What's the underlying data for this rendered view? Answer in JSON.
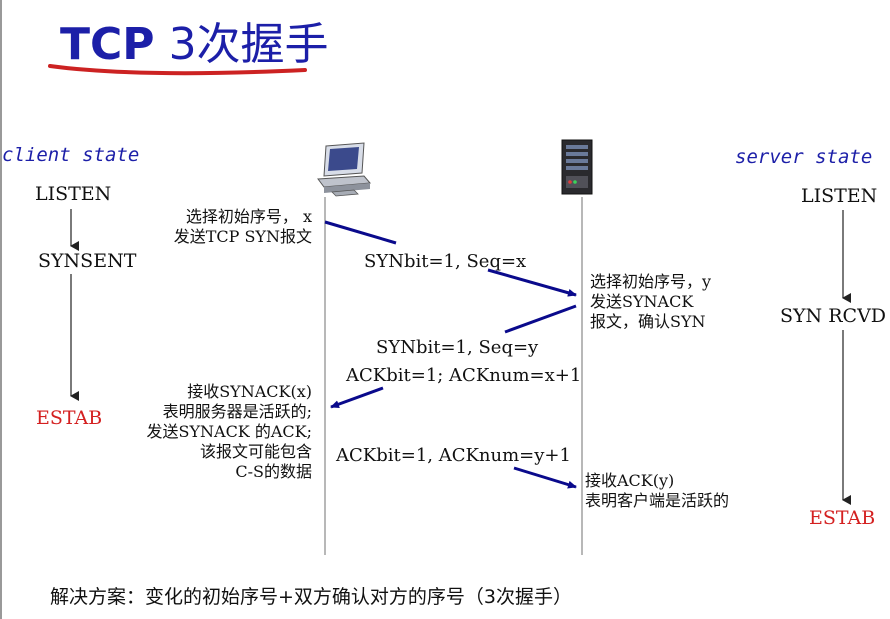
{
  "title": {
    "prefix": "TCP",
    "suffix": "3次握手"
  },
  "client": {
    "header": "client state",
    "states": [
      "LISTEN",
      "SYNSENT",
      "ESTAB"
    ]
  },
  "server": {
    "header": "server state",
    "states": [
      "LISTEN",
      "SYN RCVD",
      "ESTAB"
    ]
  },
  "notes": {
    "client_choose": [
      "选择初始序号， x",
      "发送TCP SYN报文"
    ],
    "server_choose": [
      "选择初始序号，y",
      "发送SYNACK",
      "报文，确认SYN"
    ],
    "client_recv": [
      "接收SYNACK(x)",
      "表明服务器是活跃的;",
      "发送SYNACK 的ACK;",
      "该报文可能包含",
      "C-S的数据"
    ],
    "server_recv": [
      "接收ACK(y)",
      "表明客户端是活跃的"
    ]
  },
  "messages": {
    "m1": "SYNbit=1, Seq=x",
    "m2a": "SYNbit=1, Seq=y",
    "m2b": "ACKbit=1; ACKnum=x+1",
    "m3": "ACKbit=1, ACKnum=y+1"
  },
  "footer": "解决方案：变化的初始序号+双方确认对方的序号（3次握手）",
  "colors": {
    "title": "#1c1fa8",
    "arrow": "#0a0a8c",
    "estab": "#d42020",
    "underline": "#cc2222"
  },
  "icons": {
    "client": "desktop-computer-icon",
    "server": "server-tower-icon"
  }
}
